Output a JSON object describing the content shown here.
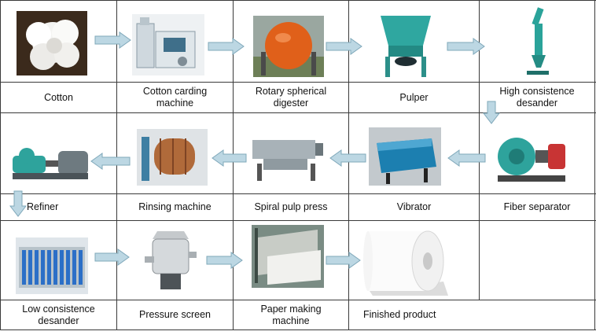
{
  "steps": [
    {
      "label": "Cotton",
      "icon": "cotton-boll-icon"
    },
    {
      "label": "Cotton carding\nmachine",
      "icon": "carding-machine-icon"
    },
    {
      "label": "Rotary spherical\ndigester",
      "icon": "spherical-digester-icon"
    },
    {
      "label": "Pulper",
      "icon": "pulper-icon"
    },
    {
      "label": "High consistence\ndesander",
      "icon": "hc-desander-icon"
    },
    {
      "label": "Fiber separator",
      "icon": "fiber-separator-icon"
    },
    {
      "label": "Vibrator",
      "icon": "vibrator-icon"
    },
    {
      "label": "Spiral pulp press",
      "icon": "spiral-press-icon"
    },
    {
      "label": "Rinsing machine",
      "icon": "rinsing-machine-icon"
    },
    {
      "label": "Refiner",
      "icon": "refiner-icon"
    },
    {
      "label": "Low consistence\ndesander",
      "icon": "lc-desander-icon"
    },
    {
      "label": "Pressure screen",
      "icon": "pressure-screen-icon"
    },
    {
      "label": "Paper making\nmachine",
      "icon": "paper-machine-icon"
    },
    {
      "label": "Finished product",
      "icon": "paper-roll-icon"
    }
  ],
  "colors": {
    "arrow_fill": "#bcd7e3",
    "arrow_stroke": "#7fa8ba",
    "grid": "#3a3a3a"
  }
}
